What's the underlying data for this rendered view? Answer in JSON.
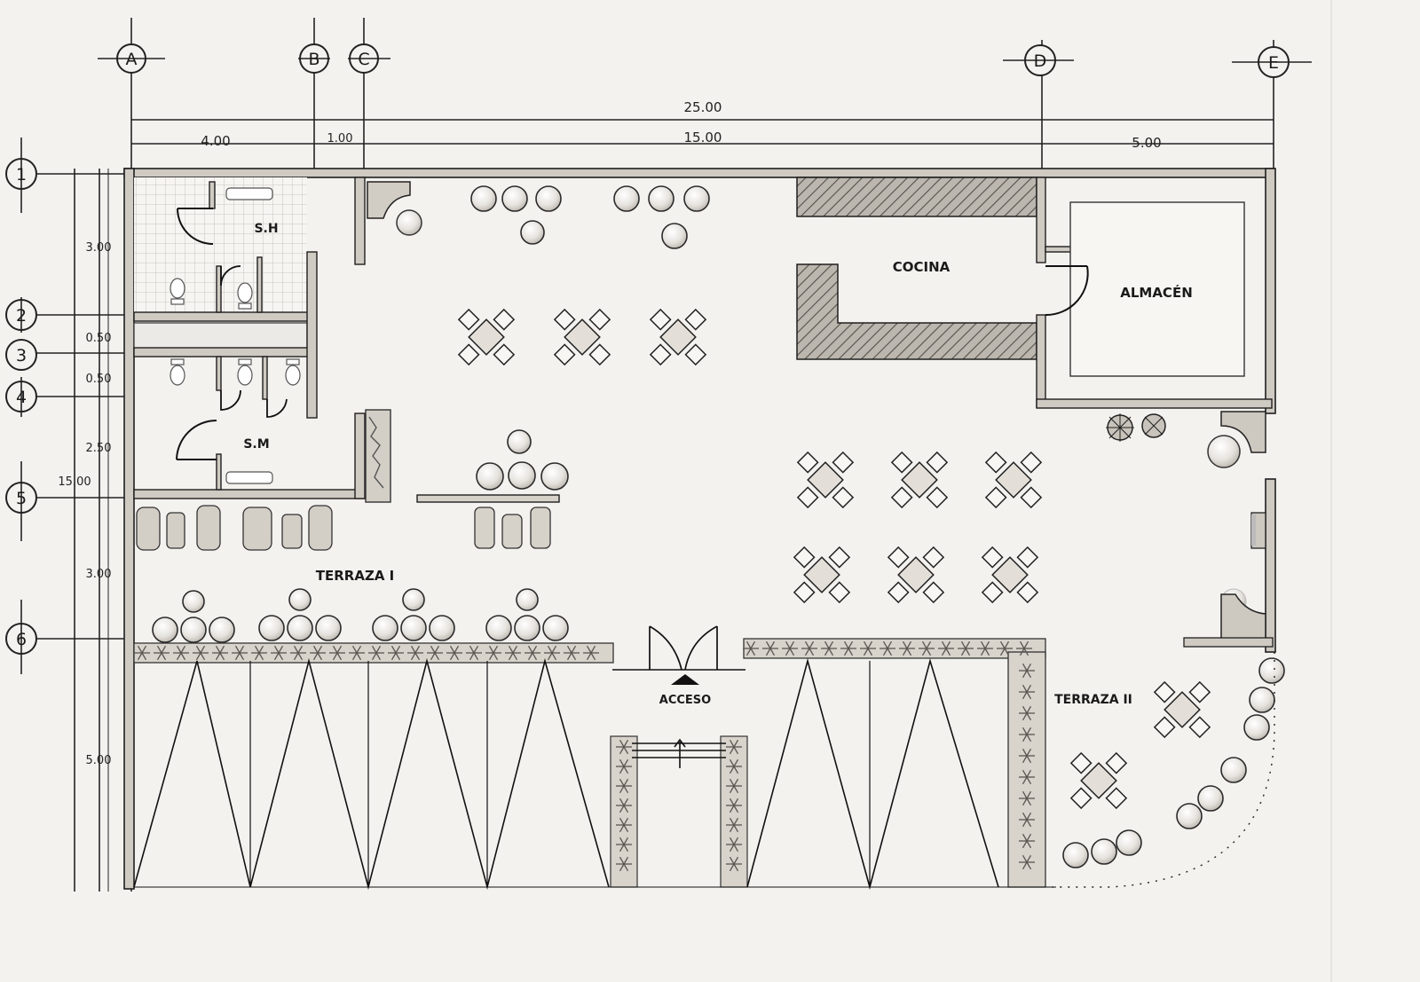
{
  "plan": {
    "grid_columns": [
      "A",
      "B",
      "C",
      "D",
      "E"
    ],
    "grid_rows": [
      "1",
      "2",
      "3",
      "4",
      "5",
      "6"
    ],
    "dims_top": {
      "total": "25.00",
      "a_b": "4.00",
      "b_c": "1.00",
      "c_d": "15.00",
      "d_e": "5.00"
    },
    "dims_left": {
      "d1": "3.00",
      "d2": "0.50",
      "d3": "0.50",
      "d4": "2.50",
      "d5": "3.00",
      "d6": "5.00",
      "overall": "15.00"
    },
    "rooms": {
      "sh": "S.H",
      "sm": "S.M",
      "cocina": "COCINA",
      "almacen": "ALMACÉN",
      "terraza1": "TERRAZA I",
      "terraza2": "TERRAZA II",
      "acceso": "ACCESO"
    },
    "colors": {
      "paper": "#f3f2ef",
      "ink": "#1f1f1f",
      "wall": "#cfcac2",
      "hatch": "#6f6a63",
      "shade": "#bdb8b0"
    }
  }
}
